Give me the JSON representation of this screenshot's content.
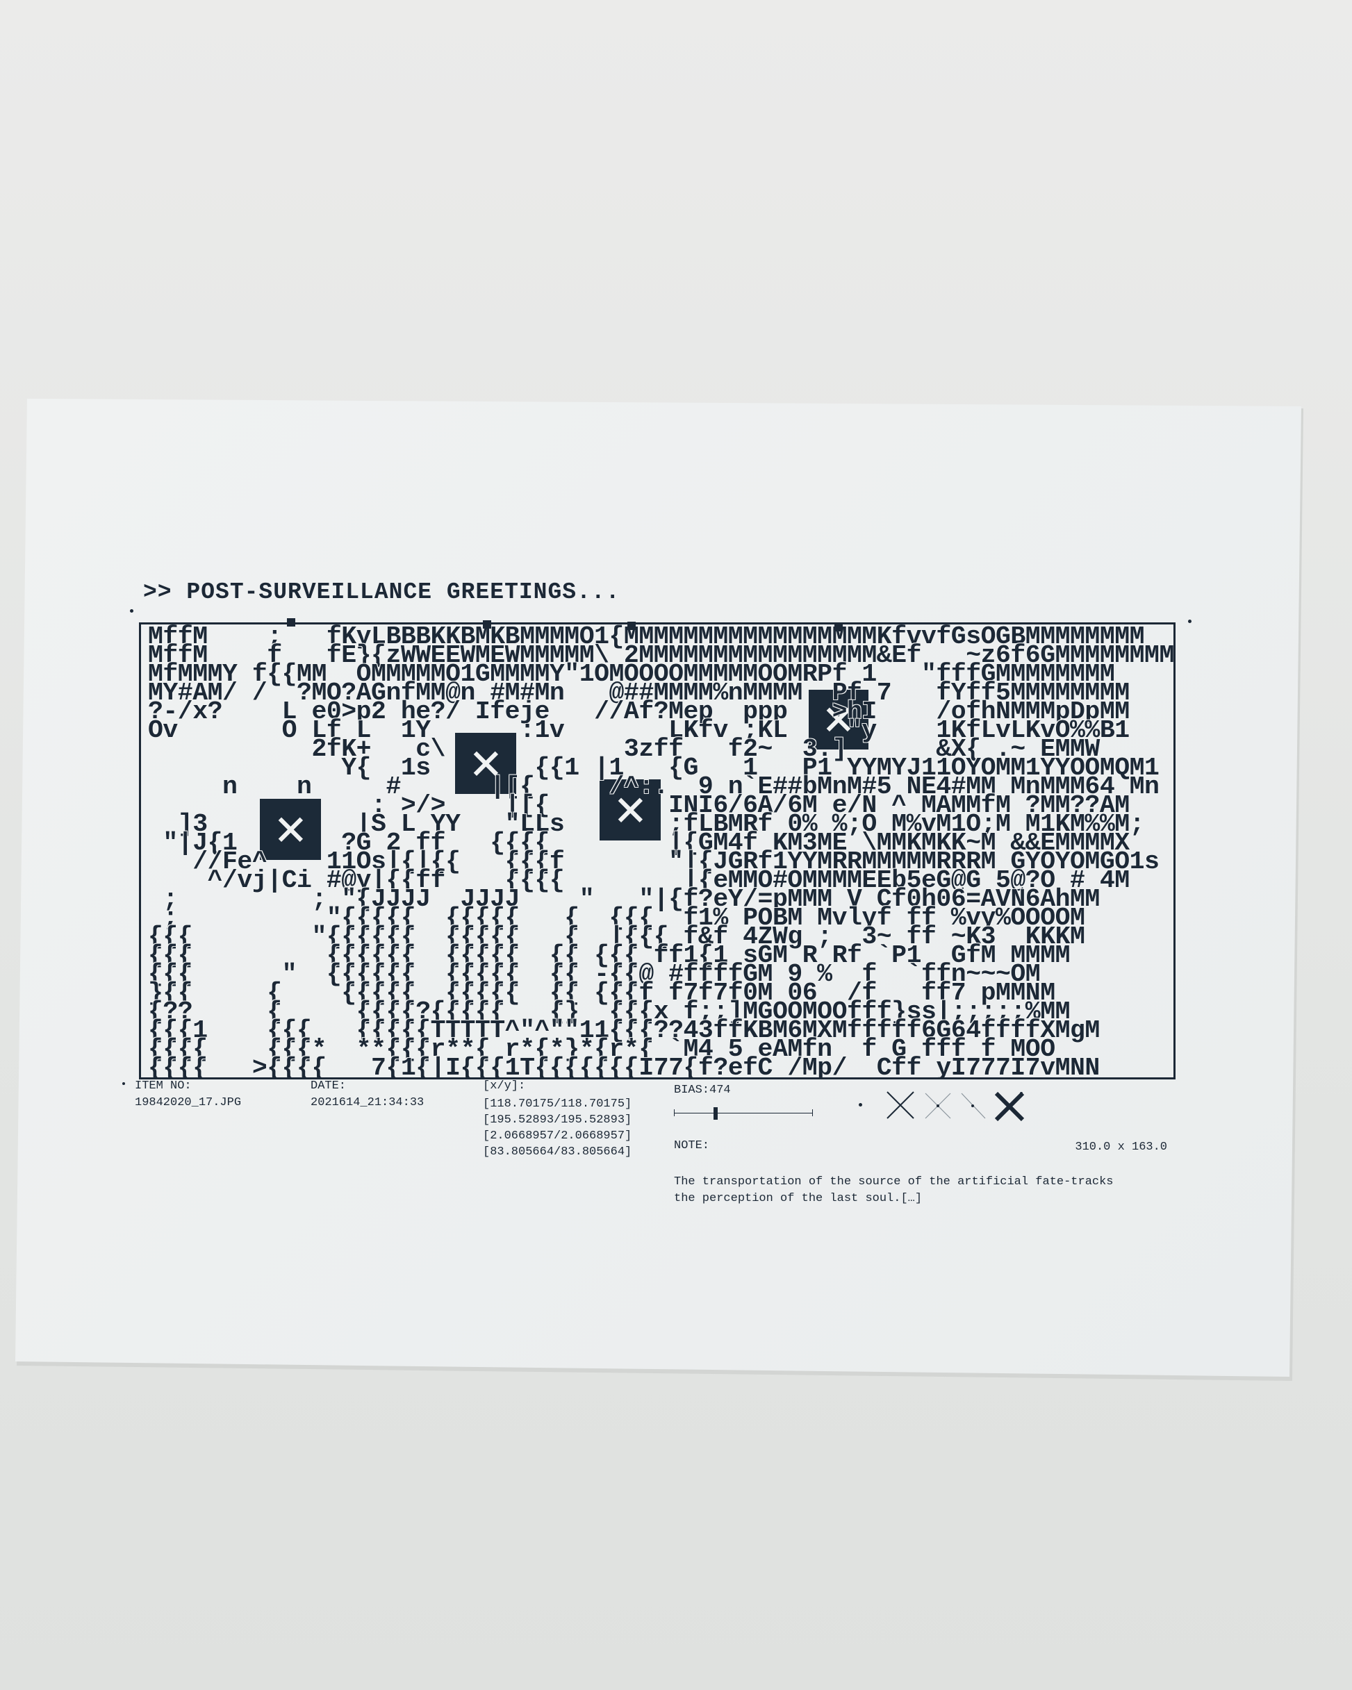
{
  "card": {
    "title": ">> POST-SURVEILLANCE GREETINGS...",
    "ascii_art": [
      "MffM    ;   fKyLBBBKKBMKBMMMMO1{MMMMMMMMMMMMMMMMMKfvvfGsOGBMMMMMMMM",
      "MffM    f   fE}{zWWEEWMEWMMMMM\\ 2MMMMMMMMMMMMMMMM&Ef   ~z6f6GMMMMMMMM",
      "MfMMMY f{{MM  OMMMMMO1GMMMMY\"1OMOOOOMMMMMOOMRPf 1   \"fffGMMMMMMMM",
      "MY#AM/ /  ?MO?AGnfMM@n #M#Mn   @##MMMM%nMMMM  Pf 7   fYff5MMMMMMMM",
      "?-/x?    L e0>p2 he?/ Ifeje   //Af?Mep  ppp   >hI    /ofhNMMMpDpMM",
      "Ov       O Lf L  1Y      :1v       LKfv ;KL    \"y    1KfLvLKvO%%B1",
      "           2fK+   c\\            3zff   f2~  3.]      &X{ .~ EMMW",
      "             Y{  1s       {{1 |1   {G   1   P1 YYMYJ11OYOMM1YYOOMQM1",
      "     n    n     #      |[{     /^:.  9 n`E##bMnM#5 NE4#MM MnMMM64 Mn",
      "               : >/>    |[{        INI6/6A/6M e/N ^ MAMMfM ?MM??AM",
      "  ]3          |S L YY   \"LLs       ;fLBMRf 0% %;O M%vM1O;M M1KM%%M;",
      " \"|J{1       ?G 2 ff   {{{{        |{GM4f KM3ME \\MMKMKK~M &&EMMMMX",
      "   //Fe^    11Os|{|{{   {{{f       \"|{JGRf1YYMRRMMMMMRRRM GYOYOMGO1s",
      "    ^/vj|Ci #@y|{{ff    {{{{        |{eMMO#OMMMMEEb5eG@G 5@?O # 4M",
      " ;         ; \"{JJJJ  JJJJ    \"   \"|{f?eY/=pMMM V Cf0h06=AVN6AhMM",
      " ;          \"{{{{{  {{{{{   {  {{{  f1% POBM Mvlyf ff %vy%OOOOM",
      "{{{        \"{{{{{{  {{{{{   {  |{{{ f&f 4ZWg ;  3~ ff ~K3  KKKM",
      "{{{         {{{{{{  {{{{{  {{ {{{ ff1{1 sGM R Rf `P1  GfM MMMM",
      "{{{      \"  {{{{{{  {{{{{  {{ -{{@ #ffffGM 9 %  f  `ffn~~~OM",
      "}{{     {    {{{{{  {{{{{  {{ {{{f f7f7f0M 06  /f   ff7 pMMNM",
      "{??     {     {{{{?{{{{{   {}  {{{x f;;]MGOOMOOfff}ss|;;;;;%MM",
      "{{{1    {{{   {{{{{TTTTT^\"^\"\"11{{{??43ffKBM6MXMfffff6G64ffffXMgM",
      "{{{{    {{{*  **{{{r**{ r*{*}*{r*{ `M4 5 eAMfn  f G fff f MOO",
      "{{{{   >{{{{   7{1{|I{{{1T{{{{{{{I77{f?efC /Mp/  Cff yI777I7vMNN"
    ],
    "item_no_label": "ITEM NO:",
    "item_no_value": "19842020_17.JPG",
    "date_label": "DATE:",
    "date_value": "2021614_21:34:33",
    "xy_label": "[x/y]:",
    "xy_values": [
      "[118.70175/118.70175]",
      "[195.52893/195.52893]",
      "[2.0668957/2.0668957]",
      "[83.805664/83.805664]"
    ],
    "bias_label": "BIAS:474",
    "bias_slider_fraction": 0.3,
    "note_label": "NOTE:",
    "dimensions": "310.0 x 163.0",
    "note_lines": [
      "The transportation of the source of the artificial fate-tracks",
      "the perception of the last soul.[…]"
    ],
    "ink_color": "#1c2836"
  }
}
